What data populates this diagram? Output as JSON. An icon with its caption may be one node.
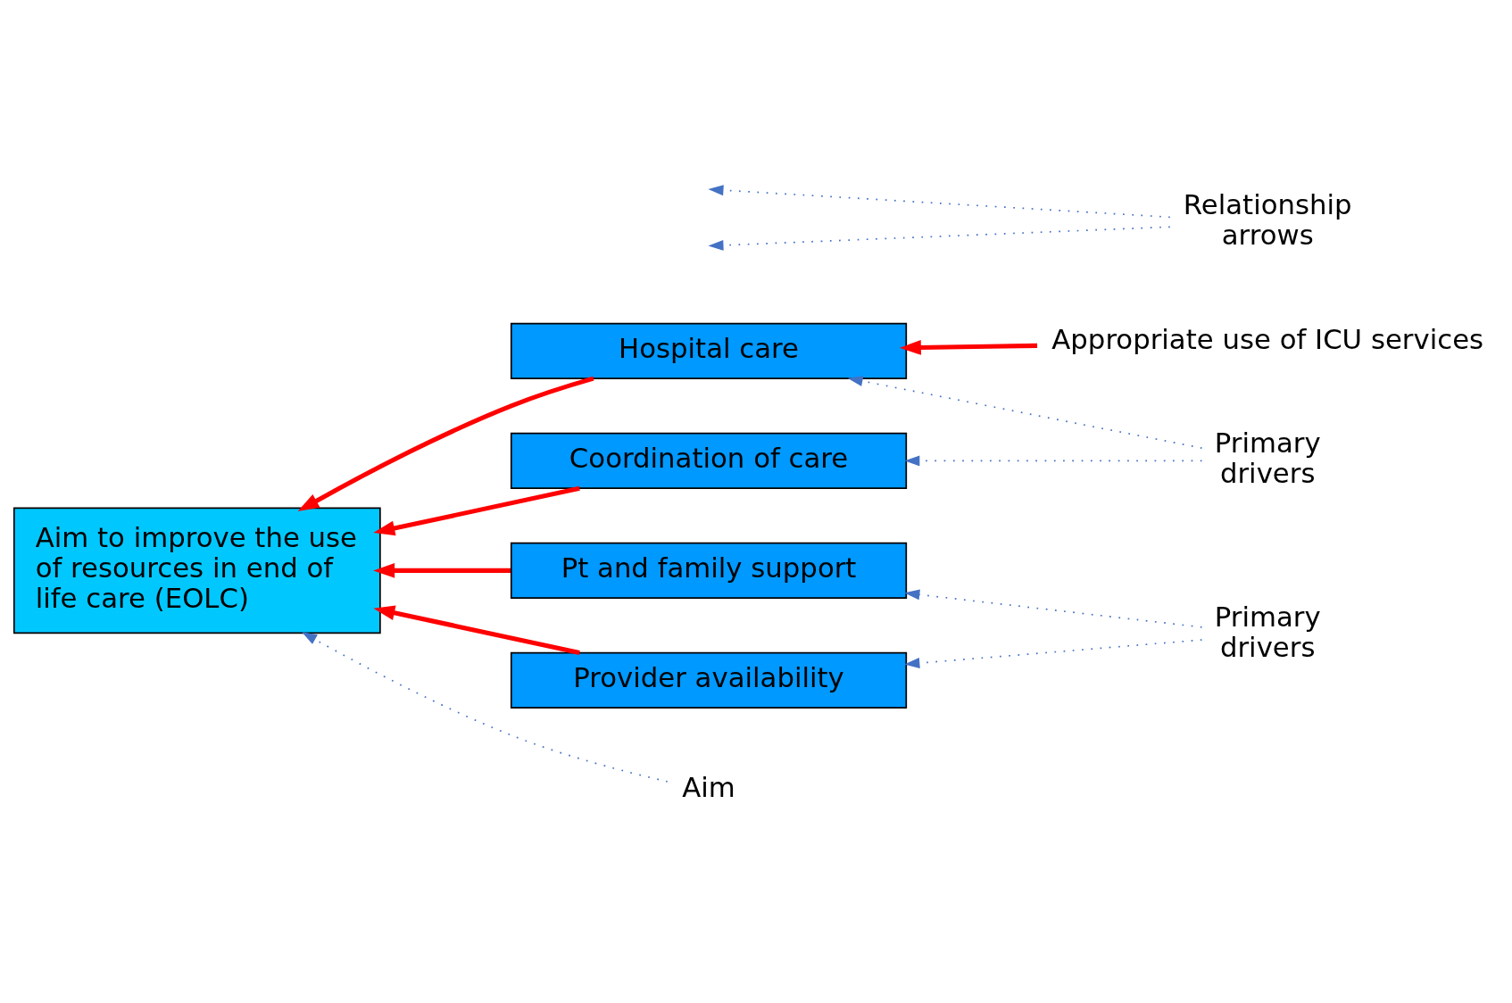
{
  "diagram": {
    "nodes": [
      {
        "text": [
          "Aim to improve the use of resources in end of life care (EOLC)"
        ]
      },
      {
        "text": [
          "Hospital care"
        ]
      },
      {
        "text": [
          "Coordination of care"
        ]
      },
      {
        "text": [
          "Pt and family support"
        ]
      },
      {
        "text": [
          "Provider availability"
        ]
      },
      {
        "text": [
          "Appropriate use of ICU services"
        ]
      },
      {
        "text": [
          "Primary drivers"
        ]
      },
      {
        "text": [
          "Aim"
        ]
      },
      {
        "text": [
          "Relationship arrows"
        ]
      },
      {
        "text": [
          "Primary drivers"
        ]
      }
    ],
    "edges": [
      {
        "from": 1,
        "to": 0,
        "arrow": "to",
        "style": "thick",
        "color": "#ff0000"
      },
      {
        "from": 2,
        "to": 0,
        "arrow": "to",
        "style": "thick",
        "color": "#ff0000"
      },
      {
        "from": 3,
        "to": 0,
        "arrow": "to",
        "style": "thick",
        "color": "#ff0000"
      },
      {
        "from": 4,
        "to": 0,
        "arrow": "to",
        "style": "thick",
        "color": "#ff0000"
      },
      {
        "from": 5,
        "to": 1,
        "arrow": "to",
        "style": "thick",
        "color": "#ff0000"
      },
      {
        "from": 6,
        "to": 1,
        "arrow": "to",
        "style": "dashed"
      },
      {
        "from": 6,
        "to": 2,
        "arrow": "to",
        "style": "dashed"
      },
      {
        "from": 7,
        "to": 0,
        "arrow": "to",
        "style": "dashed"
      },
      {
        "from": 8,
        "to": null,
        "arrow": "to",
        "style": "dashed"
      },
      {
        "from": 8,
        "to": null,
        "arrow": "to",
        "style": "dashed"
      },
      {
        "from": 9,
        "to": 3,
        "arrow": "to",
        "style": "dashed"
      },
      {
        "from": 9,
        "to": 4,
        "arrow": "to",
        "style": "dashed"
      }
    ]
  }
}
